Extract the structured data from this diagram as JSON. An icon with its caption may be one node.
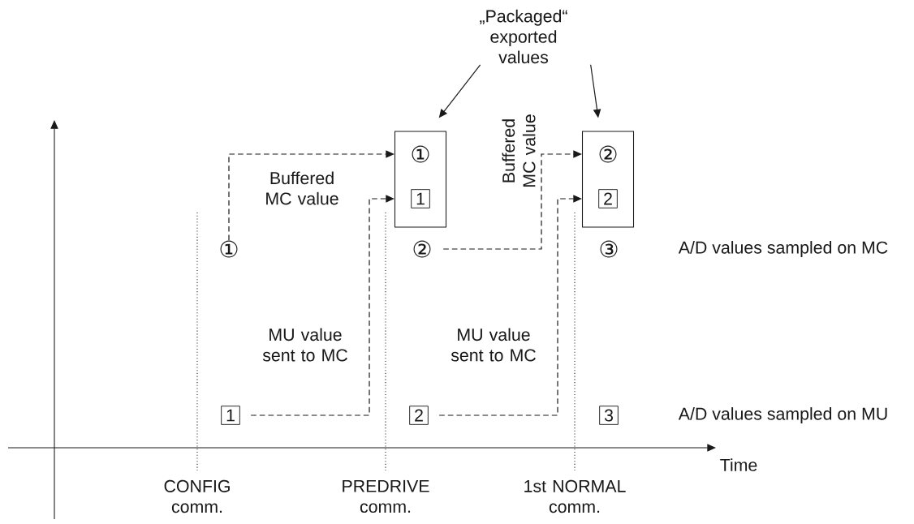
{
  "diagram": {
    "nodes": [
      {
        "text": [],
        "shape": "box"
      },
      {
        "text": [
          "①"
        ],
        "in": 0
      },
      {
        "text": [
          "1"
        ],
        "in": 0
      },
      {
        "text": [],
        "shape": "box"
      },
      {
        "text": [
          "②"
        ],
        "in": 3
      },
      {
        "text": [
          "2"
        ],
        "in": 3
      },
      {
        "text": [
          "①"
        ]
      },
      {
        "text": [
          "②"
        ]
      },
      {
        "text": [
          "③"
        ]
      },
      {
        "text": [
          "1"
        ]
      },
      {
        "text": [
          "2"
        ]
      },
      {
        "text": [
          "3"
        ]
      },
      {
        "text": [
          "„Packaged“ exported values"
        ]
      }
    ],
    "edges": [
      {
        "from": 6,
        "to": 1,
        "arrow": "to",
        "label": "Buffered MC value",
        "style": "dashed"
      },
      {
        "from": 7,
        "to": 4,
        "arrow": "to",
        "label": "Buffered MC value",
        "style": "dashed"
      },
      {
        "from": 9,
        "to": 2,
        "arrow": "to",
        "label": "MU value sent to MC",
        "style": "dashed"
      },
      {
        "from": 10,
        "to": 5,
        "arrow": "to",
        "label": "MU value sent to MC",
        "style": "dashed"
      },
      {
        "from": 12,
        "to": 0,
        "arrow": "to"
      },
      {
        "from": 12,
        "to": 3,
        "arrow": "to"
      }
    ],
    "labels": [
      "A/D values sampled on MC",
      "A/D values sampled on MU",
      "Time",
      "CONFIG comm.",
      "PREDRIVE comm.",
      "1st NORMAL comm."
    ]
  }
}
